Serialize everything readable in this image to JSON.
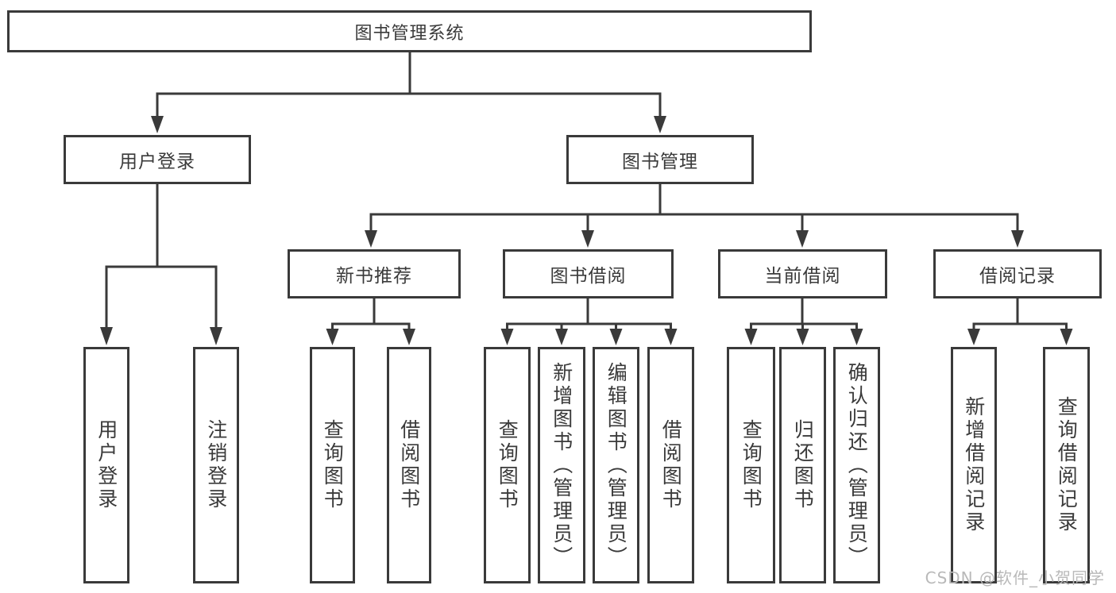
{
  "tree": {
    "root": {
      "label": "图书管理系统",
      "children": [
        {
          "label": "用户登录",
          "children": [
            {
              "label": "用户登录"
            },
            {
              "label": "注销登录"
            }
          ]
        },
        {
          "label": "图书管理",
          "children": [
            {
              "label": "新书推荐",
              "children": [
                {
                  "label": "查询图书"
                },
                {
                  "label": "借阅图书"
                }
              ]
            },
            {
              "label": "图书借阅",
              "children": [
                {
                  "label": "查询图书"
                },
                {
                  "label": "新增图书（管理员）"
                },
                {
                  "label": "编辑图书（管理员）"
                },
                {
                  "label": "借阅图书"
                }
              ]
            },
            {
              "label": "当前借阅",
              "children": [
                {
                  "label": "查询图书"
                },
                {
                  "label": "归还图书"
                },
                {
                  "label": "确认归还（管理员）"
                }
              ]
            },
            {
              "label": "借阅记录",
              "children": [
                {
                  "label": "新增借阅记录"
                },
                {
                  "label": "查询借阅记录"
                }
              ]
            }
          ]
        }
      ]
    }
  },
  "watermark": {
    "text": "CSDN @软件_小贺同学"
  },
  "colors": {
    "line": "#3a3a3a",
    "text": "#3a3a3a",
    "watermark": "#b9b9b9",
    "background": "#ffffff"
  }
}
